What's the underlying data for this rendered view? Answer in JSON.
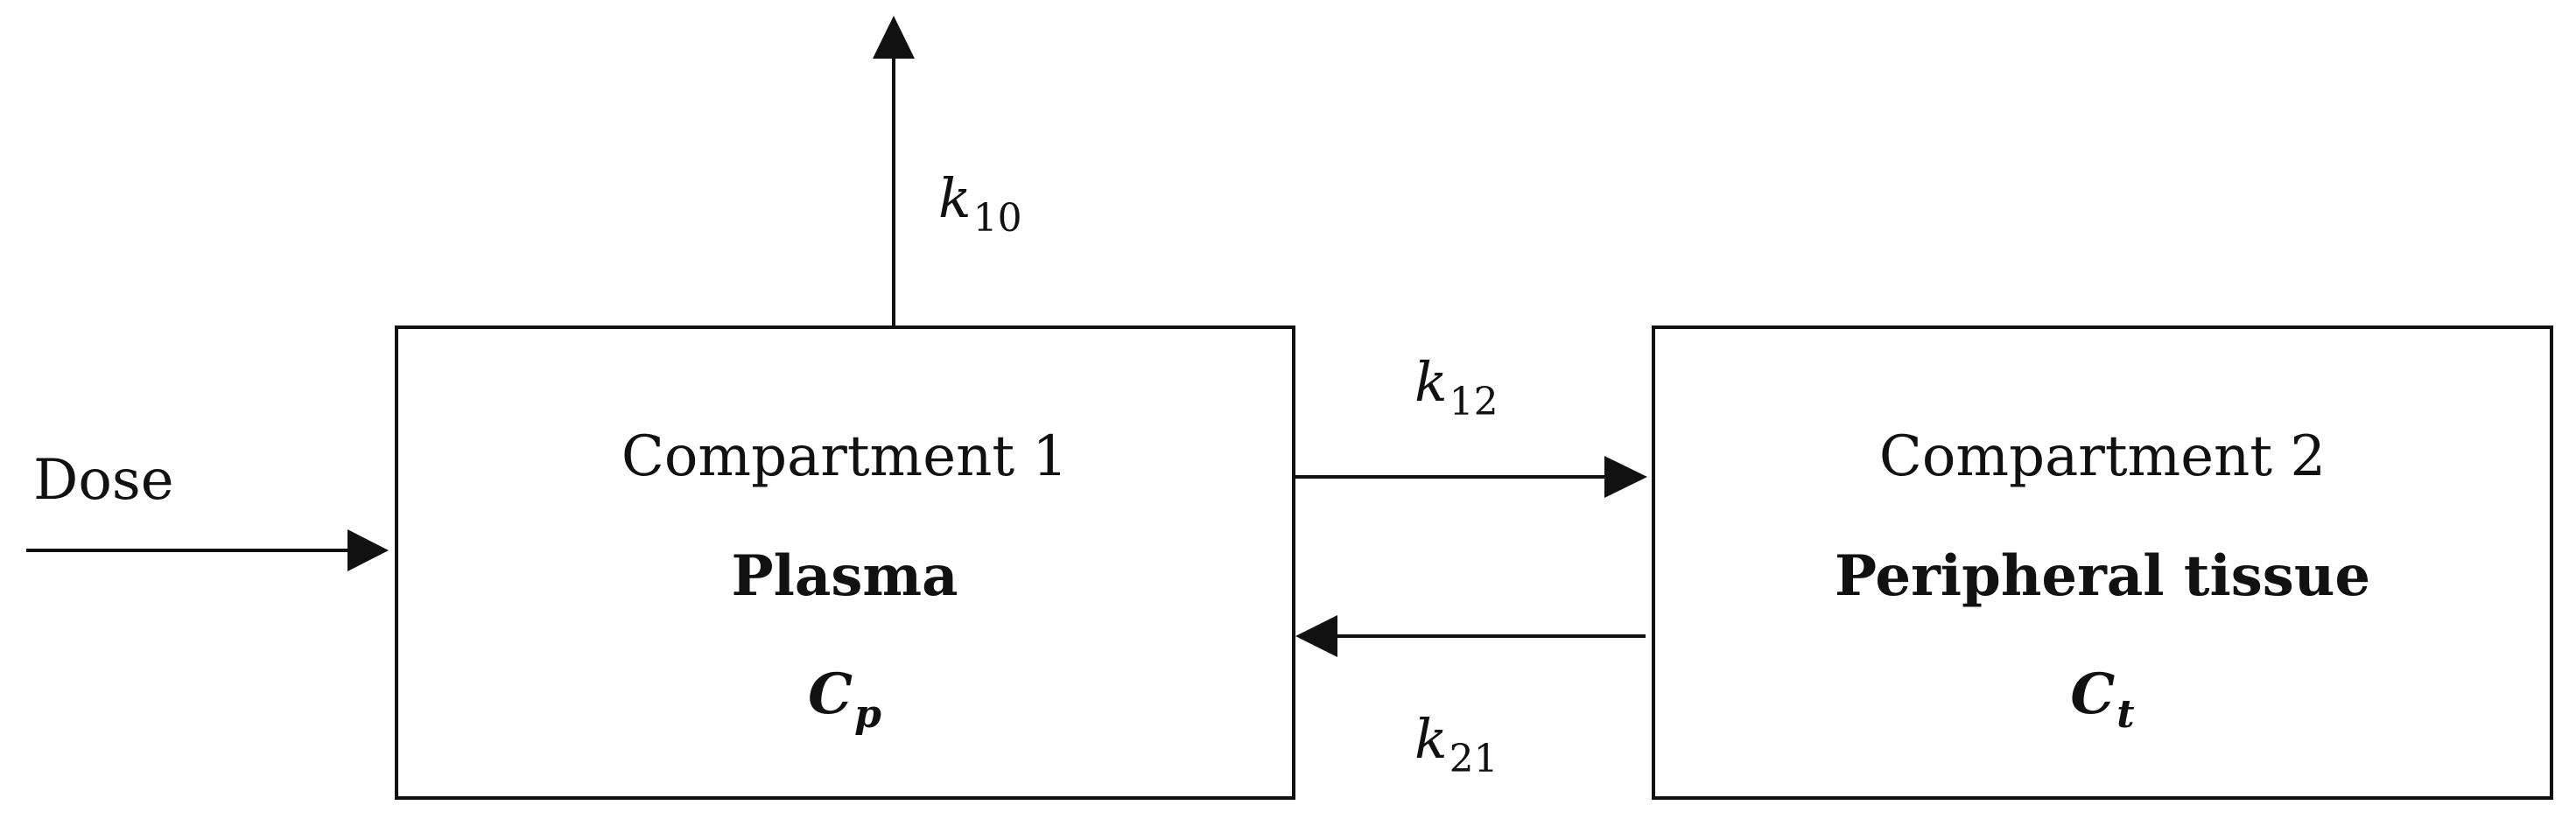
{
  "dose_label": "Dose",
  "compartment1": {
    "title": "Compartment 1",
    "name": "Plasma",
    "conc_symbol": "C",
    "conc_subscript": "p"
  },
  "compartment2": {
    "title": "Compartment 2",
    "name": "Peripheral tissue",
    "conc_symbol": "C",
    "conc_subscript": "t"
  },
  "rates": {
    "k10": {
      "symbol": "k",
      "subscript": "10"
    },
    "k12": {
      "symbol": "k",
      "subscript": "12"
    },
    "k21": {
      "symbol": "k",
      "subscript": "21"
    }
  }
}
